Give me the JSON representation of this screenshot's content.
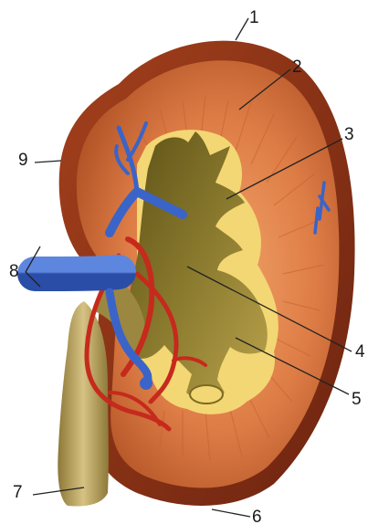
{
  "labels": {
    "l1": "1",
    "l2": "2",
    "l3": "3",
    "l4": "4",
    "l5": "5",
    "l6": "6",
    "l7": "7",
    "l8": "8",
    "l9": "9"
  },
  "colors": {
    "capsule": "#8a2e12",
    "cortex": "#c86a3a",
    "medulla_light": "#e8935a",
    "sinus_fat": "#f3d774",
    "pelvis": "#7c6a22",
    "ureter": "#b7a05a",
    "vein": "#3a64c8",
    "artery": "#cf2a1c"
  }
}
